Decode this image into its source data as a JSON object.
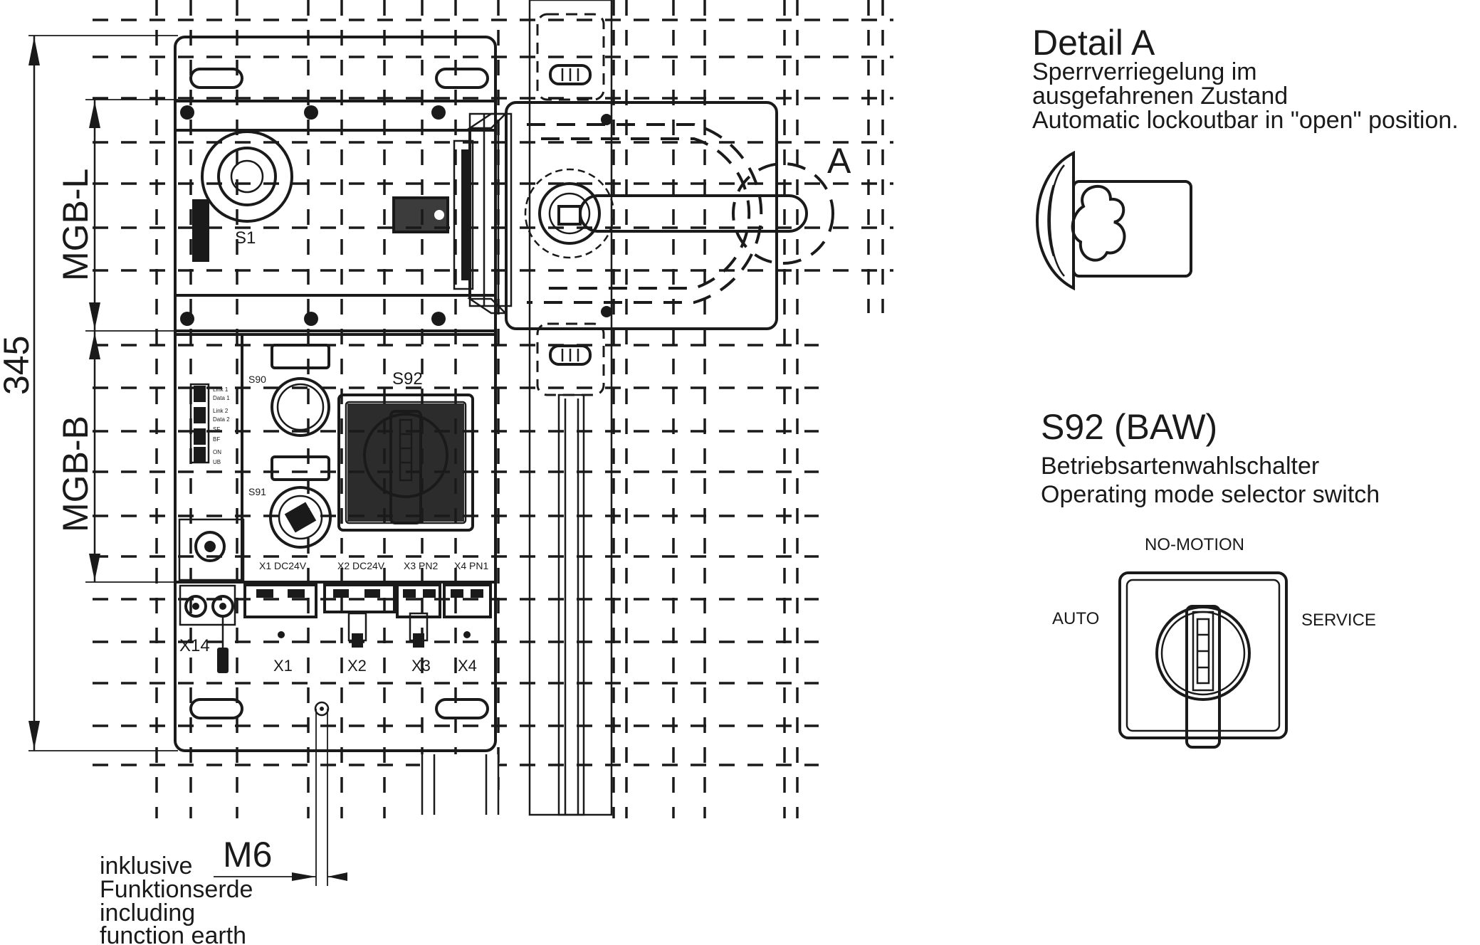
{
  "detail_a": {
    "title": "Detail A",
    "line1": "Sperrverriegelung im",
    "line2": "ausgefahrenen Zustand",
    "line3": "Automatic lockoutbar in \"open\" position."
  },
  "s92_detail": {
    "title": "S92 (BAW)",
    "line1": "Betriebsartenwahlschalter",
    "line2": "Operating mode selector switch",
    "pos_top": "NO-MOTION",
    "pos_left": "AUTO",
    "pos_right": "SERVICE"
  },
  "dimensions": {
    "total": "345",
    "mgb_l": "MGB-L",
    "mgb_b": "MGB-B",
    "thread": "M6"
  },
  "callout": {
    "letter": "A"
  },
  "earth_note": [
    "inklusive",
    "Funktionserde",
    "including",
    "function earth"
  ],
  "components": {
    "s1": "S1",
    "s90": "S90",
    "s91": "S91",
    "s92": "S92",
    "x14": "X14"
  },
  "led_labels": [
    "Link 1",
    "Data 1",
    "Link 2",
    "Data 2",
    "SF",
    "BF",
    "ON",
    "UB"
  ],
  "port_headers": [
    "X1 DC24V",
    "X2 DC24V",
    "X3 PN2",
    "X4 PN1"
  ],
  "ports": [
    "X1",
    "X2",
    "X3",
    "X4"
  ]
}
